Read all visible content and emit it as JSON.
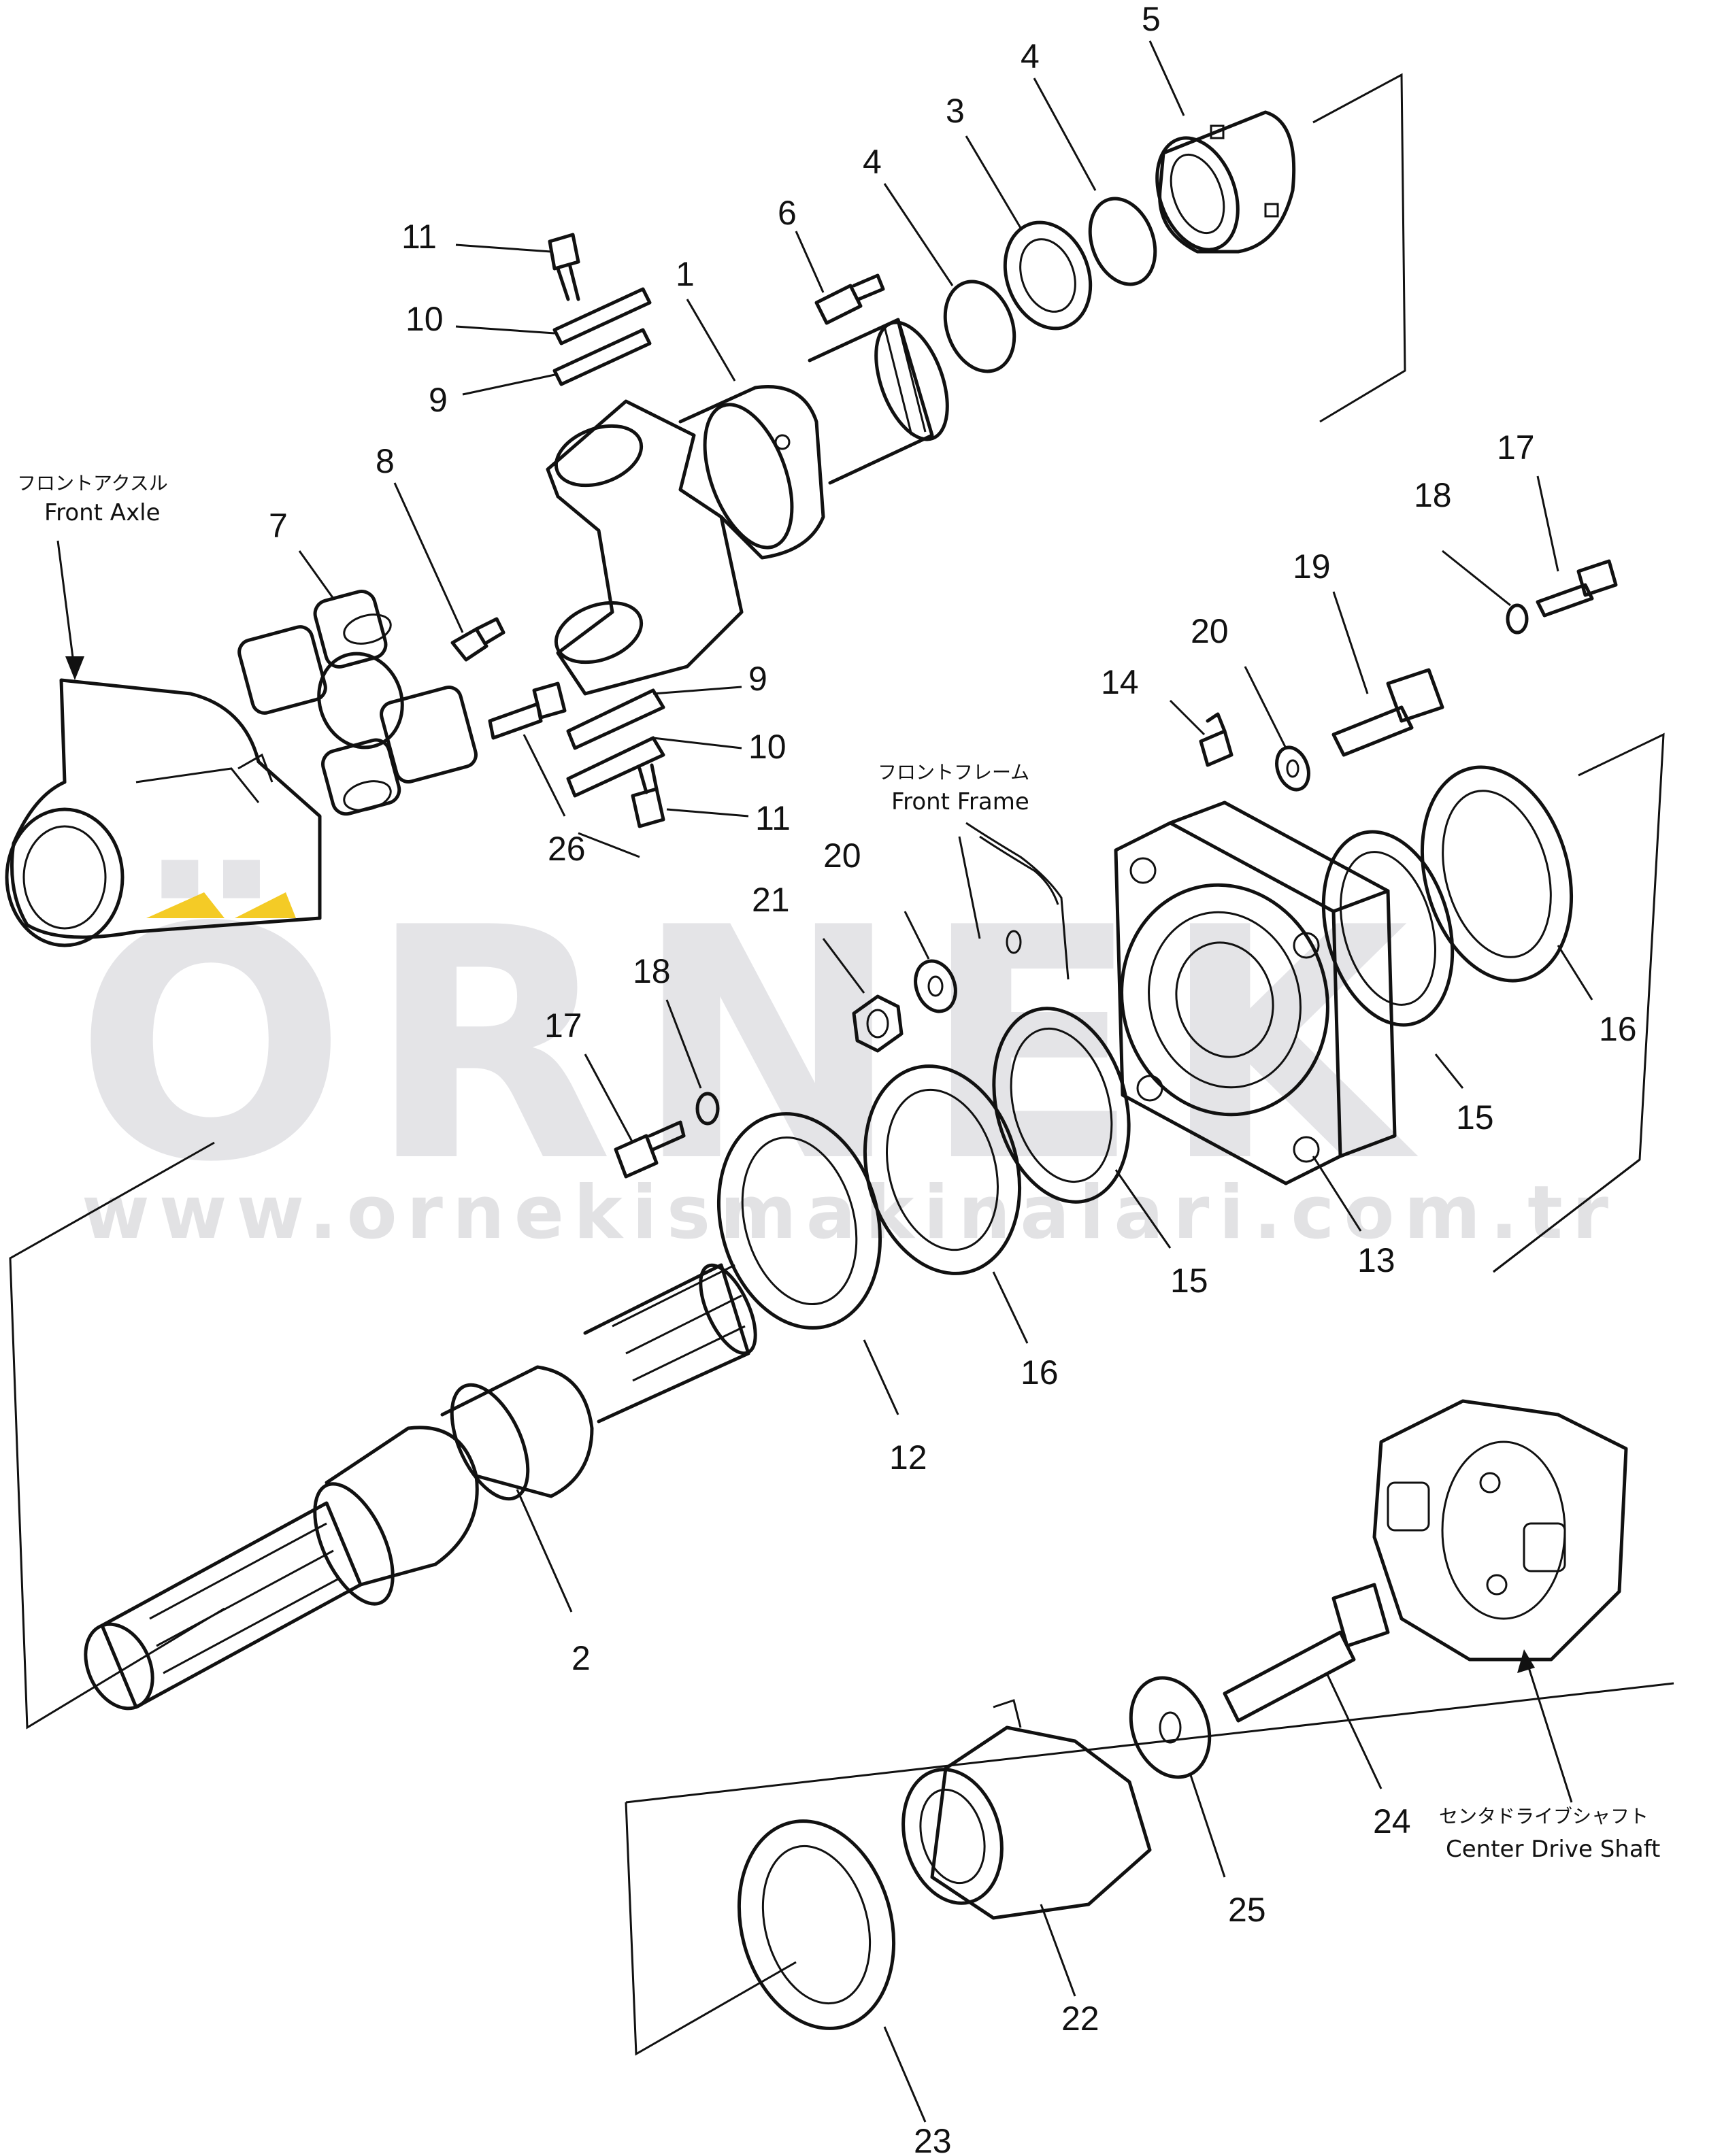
{
  "parts": [
    {
      "no": "1"
    },
    {
      "no": "2"
    },
    {
      "no": "3"
    },
    {
      "no": "4"
    },
    {
      "no": "4"
    },
    {
      "no": "5"
    },
    {
      "no": "6"
    },
    {
      "no": "7"
    },
    {
      "no": "8"
    },
    {
      "no": "9"
    },
    {
      "no": "9"
    },
    {
      "no": "10"
    },
    {
      "no": "10"
    },
    {
      "no": "11"
    },
    {
      "no": "11"
    },
    {
      "no": "12"
    },
    {
      "no": "13"
    },
    {
      "no": "14"
    },
    {
      "no": "15"
    },
    {
      "no": "15"
    },
    {
      "no": "16"
    },
    {
      "no": "16"
    },
    {
      "no": "17"
    },
    {
      "no": "17"
    },
    {
      "no": "18"
    },
    {
      "no": "18"
    },
    {
      "no": "19"
    },
    {
      "no": "20"
    },
    {
      "no": "20"
    },
    {
      "no": "21"
    },
    {
      "no": "22"
    },
    {
      "no": "23"
    },
    {
      "no": "24"
    },
    {
      "no": "25"
    },
    {
      "no": "26"
    }
  ],
  "labels": {
    "front_axle": {
      "jp": "フロントアクスル",
      "en": "Front Axle"
    },
    "front_frame": {
      "jp": "フロントフレーム",
      "en": "Front Frame"
    },
    "center_drive_shaft": {
      "jp": "センタドライブシャフト",
      "en": "Center Drive Shaft"
    }
  },
  "watermark": {
    "brand": "ÖRNEK",
    "url": "www.ornekismakinalari.com.tr",
    "accent_color": "#f2c200"
  },
  "colors": {
    "line": "#111111",
    "background": "#ffffff",
    "watermark_gray": "#b9b9bf"
  }
}
